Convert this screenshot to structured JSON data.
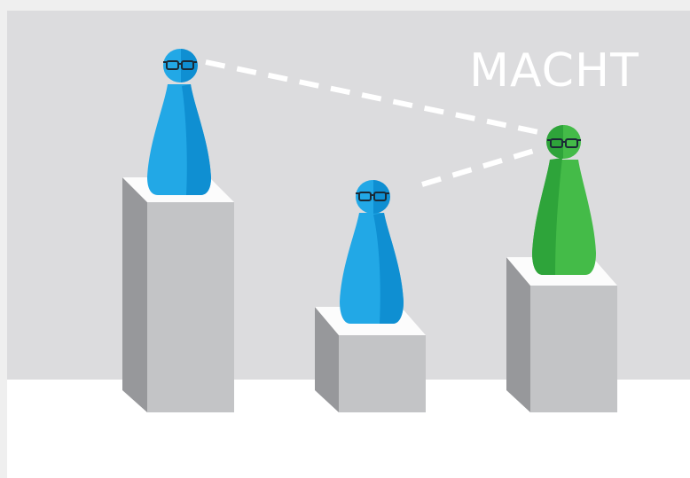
{
  "headline": "MACHT",
  "icons": {
    "figure_left": "blue-pawn-figure-with-glasses",
    "figure_middle": "blue-pawn-figure-with-glasses",
    "figure_right": "green-pawn-figure-with-glasses",
    "sight_lines": "dashed-gaze-lines"
  },
  "colors": {
    "wall": "#dcdcde",
    "floor": "#ffffff",
    "frame": "#efefef",
    "pedestal_front": "#c3c4c6",
    "pedestal_side": "#97989b",
    "pedestal_top": "#fcfcfc",
    "figure_blue": "#22a8e6",
    "figure_blue_shade": "#0f8fd2",
    "figure_green": "#44bb48",
    "figure_green_shade": "#2ea43a",
    "headline_text": "#ffffff"
  }
}
